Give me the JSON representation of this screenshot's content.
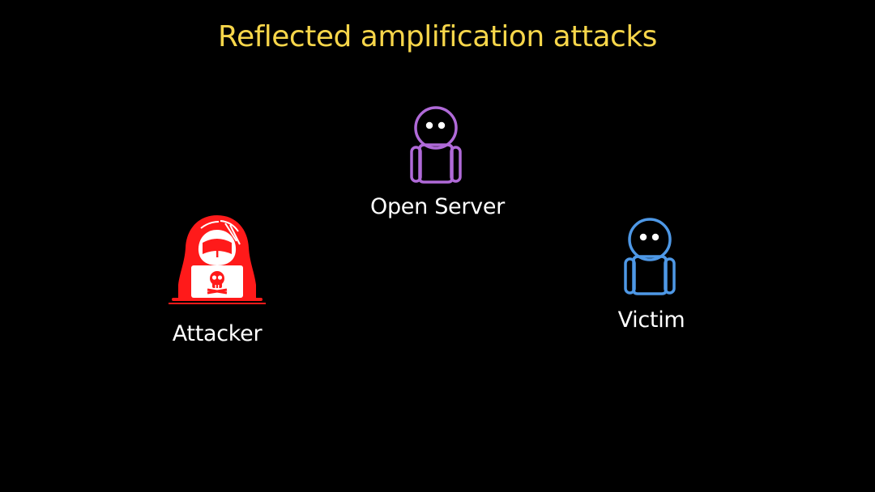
{
  "slide": {
    "title": "Reflected amplification attacks",
    "title_color": "#f7d64a",
    "background_color": "#000000"
  },
  "nodes": {
    "open_server": {
      "label": "Open Server",
      "icon": "person-outline-icon",
      "color": "#b06ad8"
    },
    "attacker": {
      "label": "Attacker",
      "icon": "hacker-hoodie-laptop-skull-icon",
      "color": "#ff1a1a"
    },
    "victim": {
      "label": "Victim",
      "icon": "person-outline-icon",
      "color": "#4e98e6"
    }
  }
}
